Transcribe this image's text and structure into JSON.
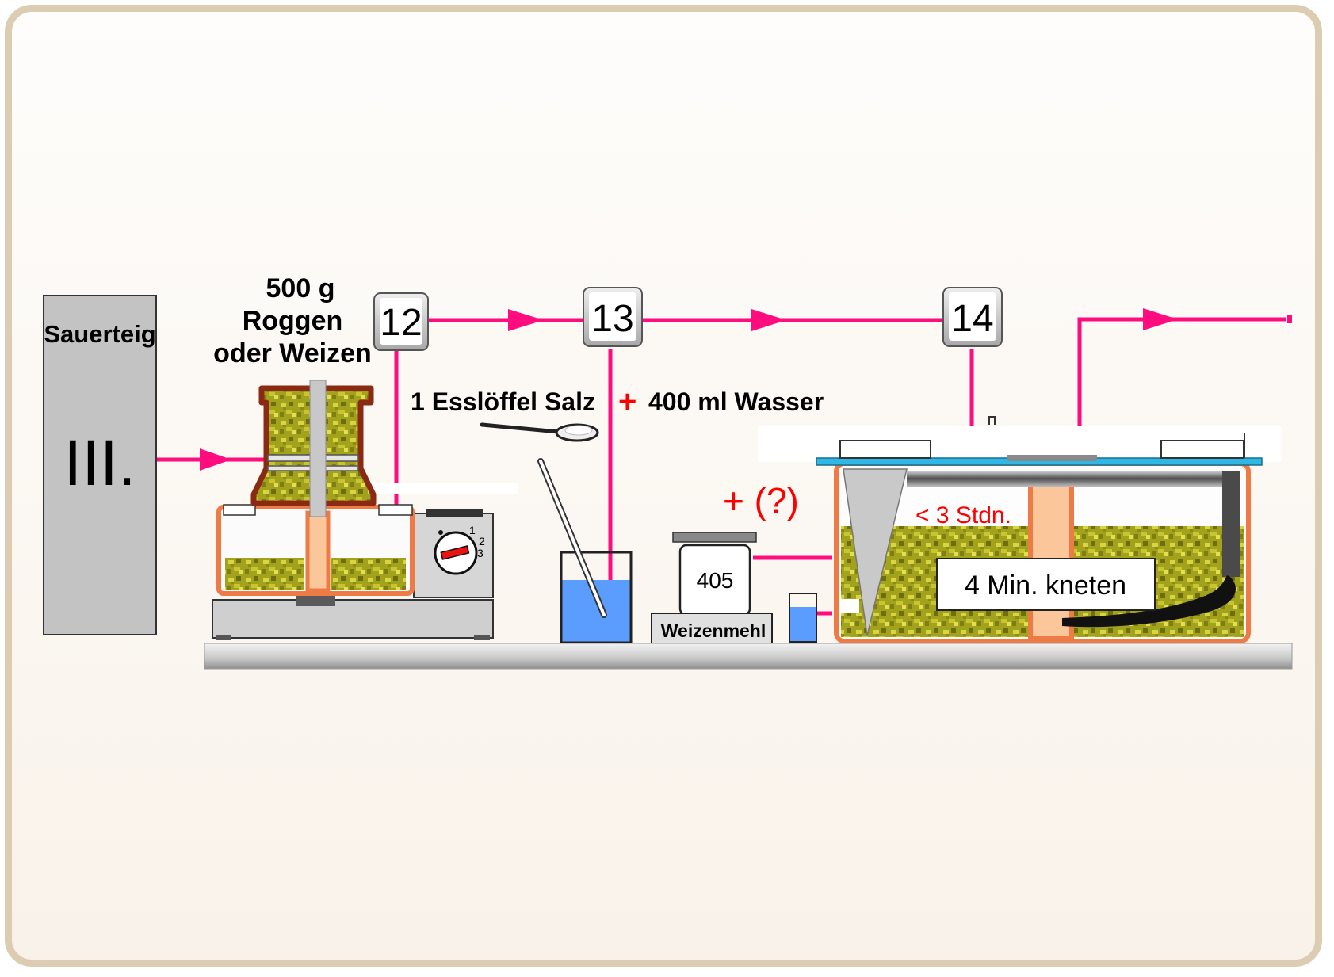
{
  "sourdough": {
    "label": "Sauerteig",
    "numeral": "III."
  },
  "grain": {
    "line1": "500 g",
    "line2": "Roggen",
    "line3": "oder Weizen"
  },
  "steps": [
    {
      "number": "12"
    },
    {
      "number": "13"
    },
    {
      "number": "14"
    }
  ],
  "salt": {
    "label": "1 Esslöffel Salz"
  },
  "plus": "+",
  "water": {
    "label": "400 ml Wasser"
  },
  "flour": {
    "type_number": "405",
    "label": "Weizenmehl",
    "optional": "+ (?)"
  },
  "mill_dial": {
    "settings": [
      "1",
      "2",
      "3"
    ]
  },
  "dough": {
    "rest_time": "< 3 Stdn.",
    "knead_label": "4 Min. kneten"
  },
  "colors": {
    "flow_line": "#ff0d7e",
    "dough": "#a8a820",
    "container": "#ee7a45",
    "grinder": "#8b2a12",
    "water": "#5b9cff",
    "lid": "#2fb7e6",
    "alert_text": "#ff0000"
  }
}
